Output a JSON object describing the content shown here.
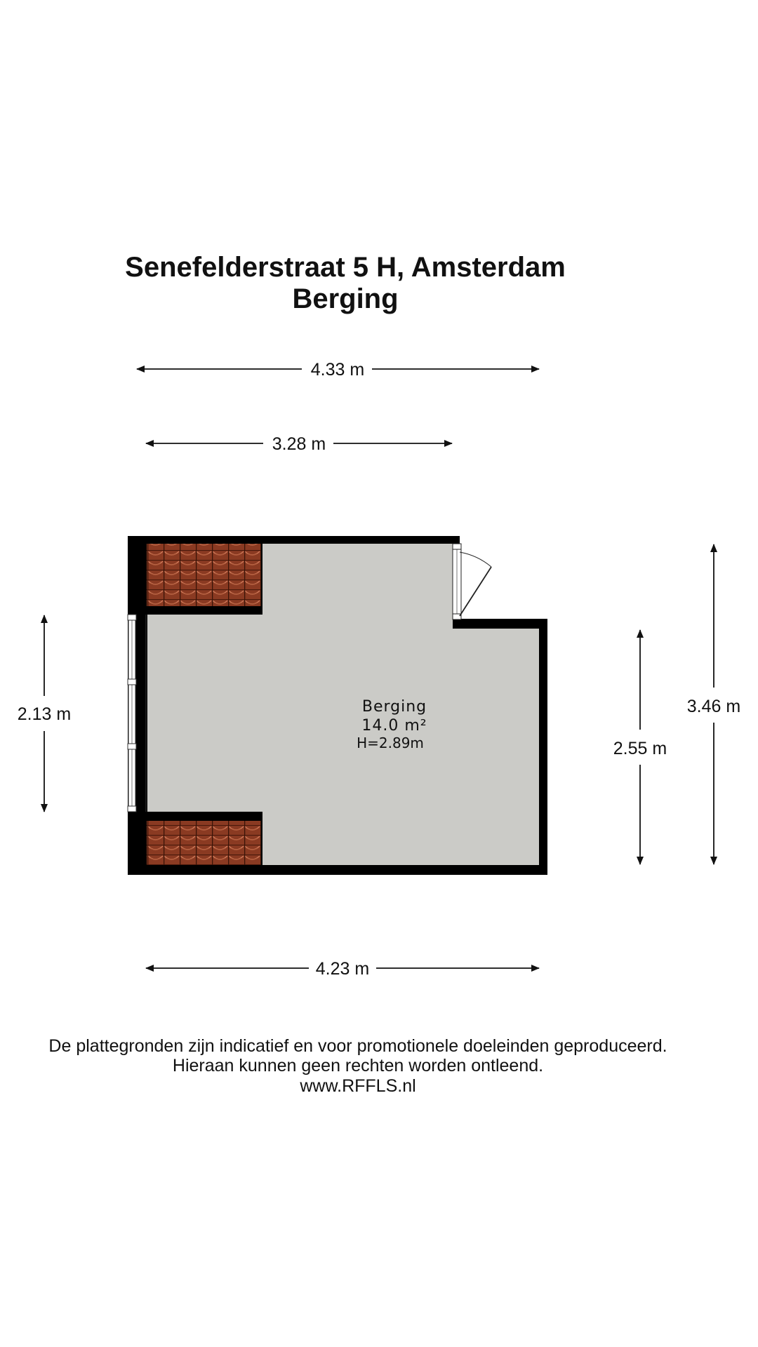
{
  "header": {
    "address": "Senefelderstraat 5 H, Amsterdam",
    "floor": "Berging"
  },
  "dimensions": {
    "top_outer": "4.33 m",
    "top_inner": "3.28 m",
    "left": "2.13 m",
    "right_inner": "2.55 m",
    "right_outer": "3.46 m",
    "bottom": "4.23 m"
  },
  "room": {
    "name": "Berging",
    "area": "14.0 m²",
    "height": "H=2.89m"
  },
  "footer": {
    "line1": "De plattegronden zijn indicatief en voor promotionele doeleinden geproduceerd.",
    "line2": "Hieraan kunnen geen rechten worden ontleend.",
    "website": "www.RFFLS.nl"
  },
  "colors": {
    "wall": "#000000",
    "floor": "#cbcbc7",
    "roof_tile": "#8a3a22",
    "roof_tile_line": "#4a1a0c"
  }
}
